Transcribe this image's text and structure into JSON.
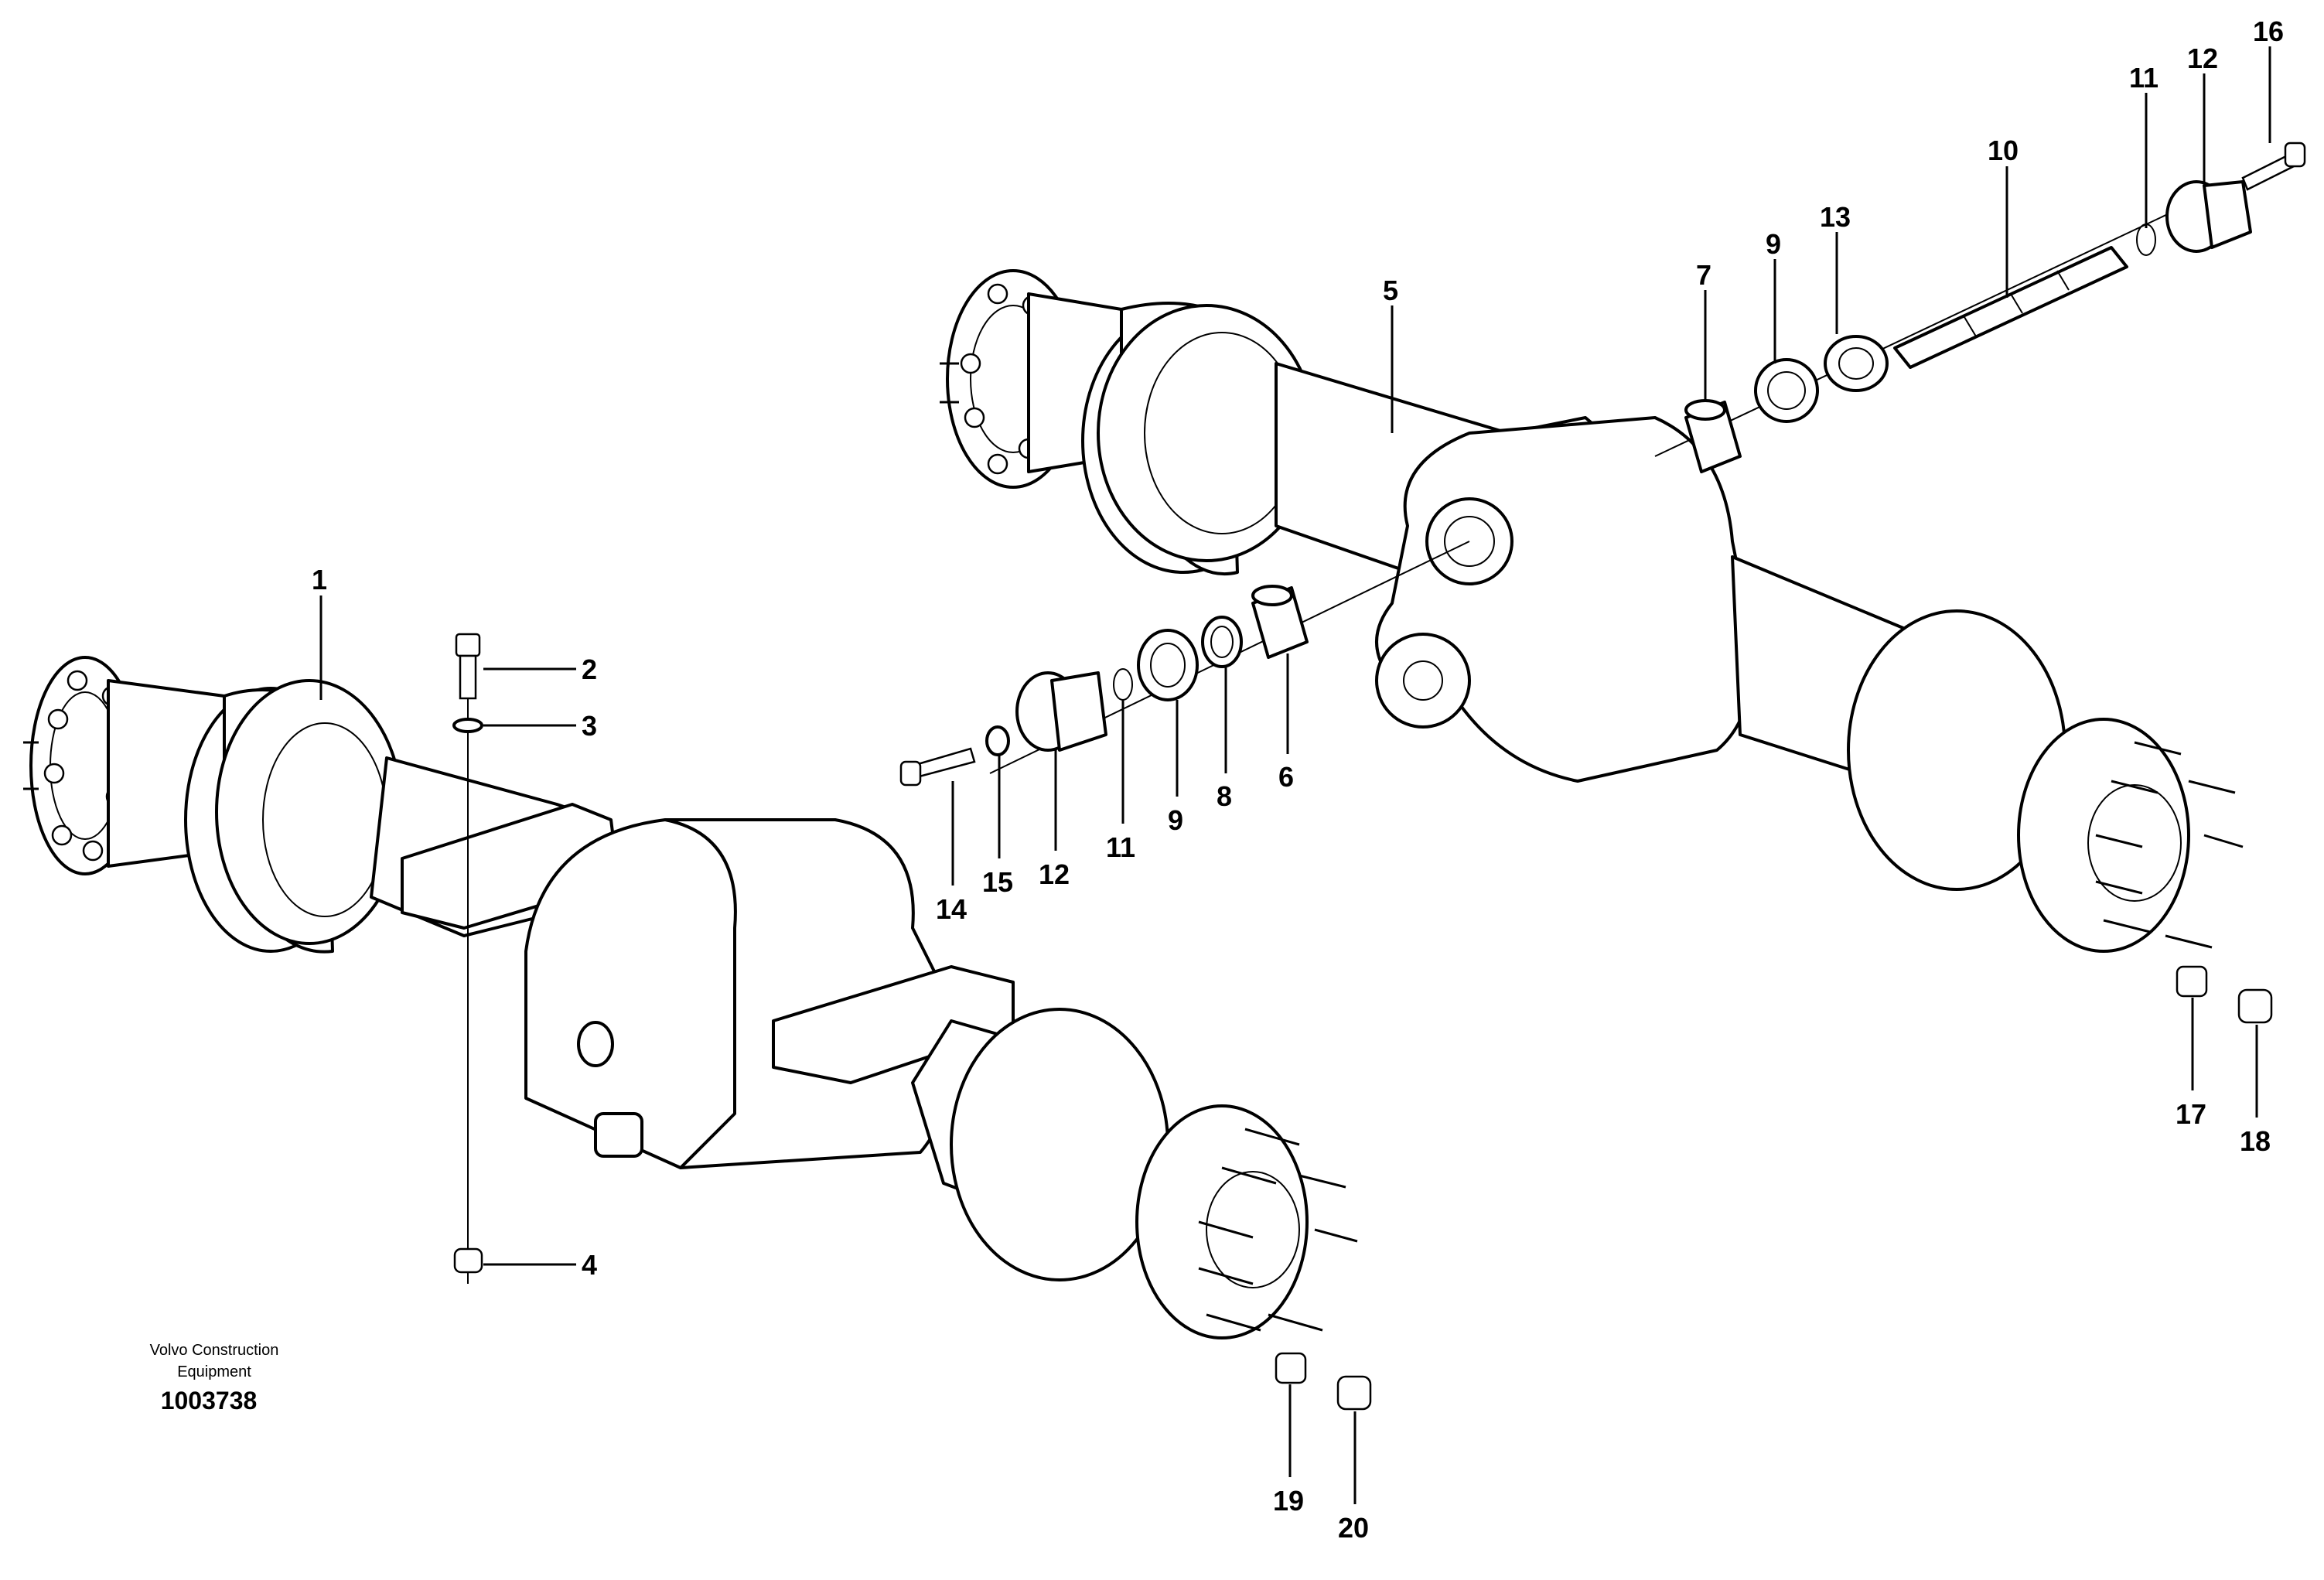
{
  "credit": {
    "line1": "Volvo Construction",
    "line2": "Equipment",
    "id": "1003738"
  },
  "callouts": {
    "c1": "1",
    "c2": "2",
    "c3": "3",
    "c4": "4",
    "c5": "5",
    "c6": "6",
    "c7": "7",
    "c8": "8",
    "c9a": "9",
    "c9b": "9",
    "c10": "10",
    "c11a": "11",
    "c11b": "11",
    "c12a": "12",
    "c12b": "12",
    "c13": "13",
    "c14": "14",
    "c15": "15",
    "c16": "16",
    "c17": "17",
    "c18": "18",
    "c19": "19",
    "c20": "20"
  },
  "colors": {
    "line": "#000000",
    "background": "#ffffff"
  }
}
